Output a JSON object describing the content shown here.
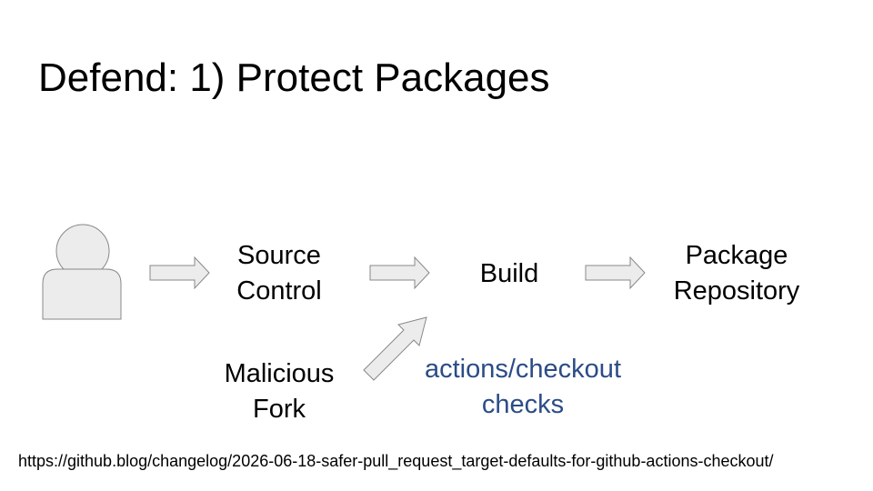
{
  "slide": {
    "title": "Defend: 1) Protect Packages"
  },
  "diagram": {
    "source_control": {
      "line1": "Source",
      "line2": "Control"
    },
    "build": {
      "label": "Build"
    },
    "package_repository": {
      "line1": "Package",
      "line2": "Repository"
    },
    "malicious_fork": {
      "line1": "Malicious",
      "line2": "Fork"
    },
    "checks": {
      "line1": "actions/checkout",
      "line2": "checks"
    },
    "colors": {
      "shape_fill": "#ececec",
      "shape_stroke": "#888888",
      "checks_text": "#2b4c86"
    },
    "icons": [
      "person-icon",
      "arrow-right-icon",
      "arrow-diagonal-icon"
    ]
  },
  "footer": {
    "url": "https://github.blog/changelog/2026-06-18-safer-pull_request_target-defaults-for-github-actions-checkout/"
  }
}
